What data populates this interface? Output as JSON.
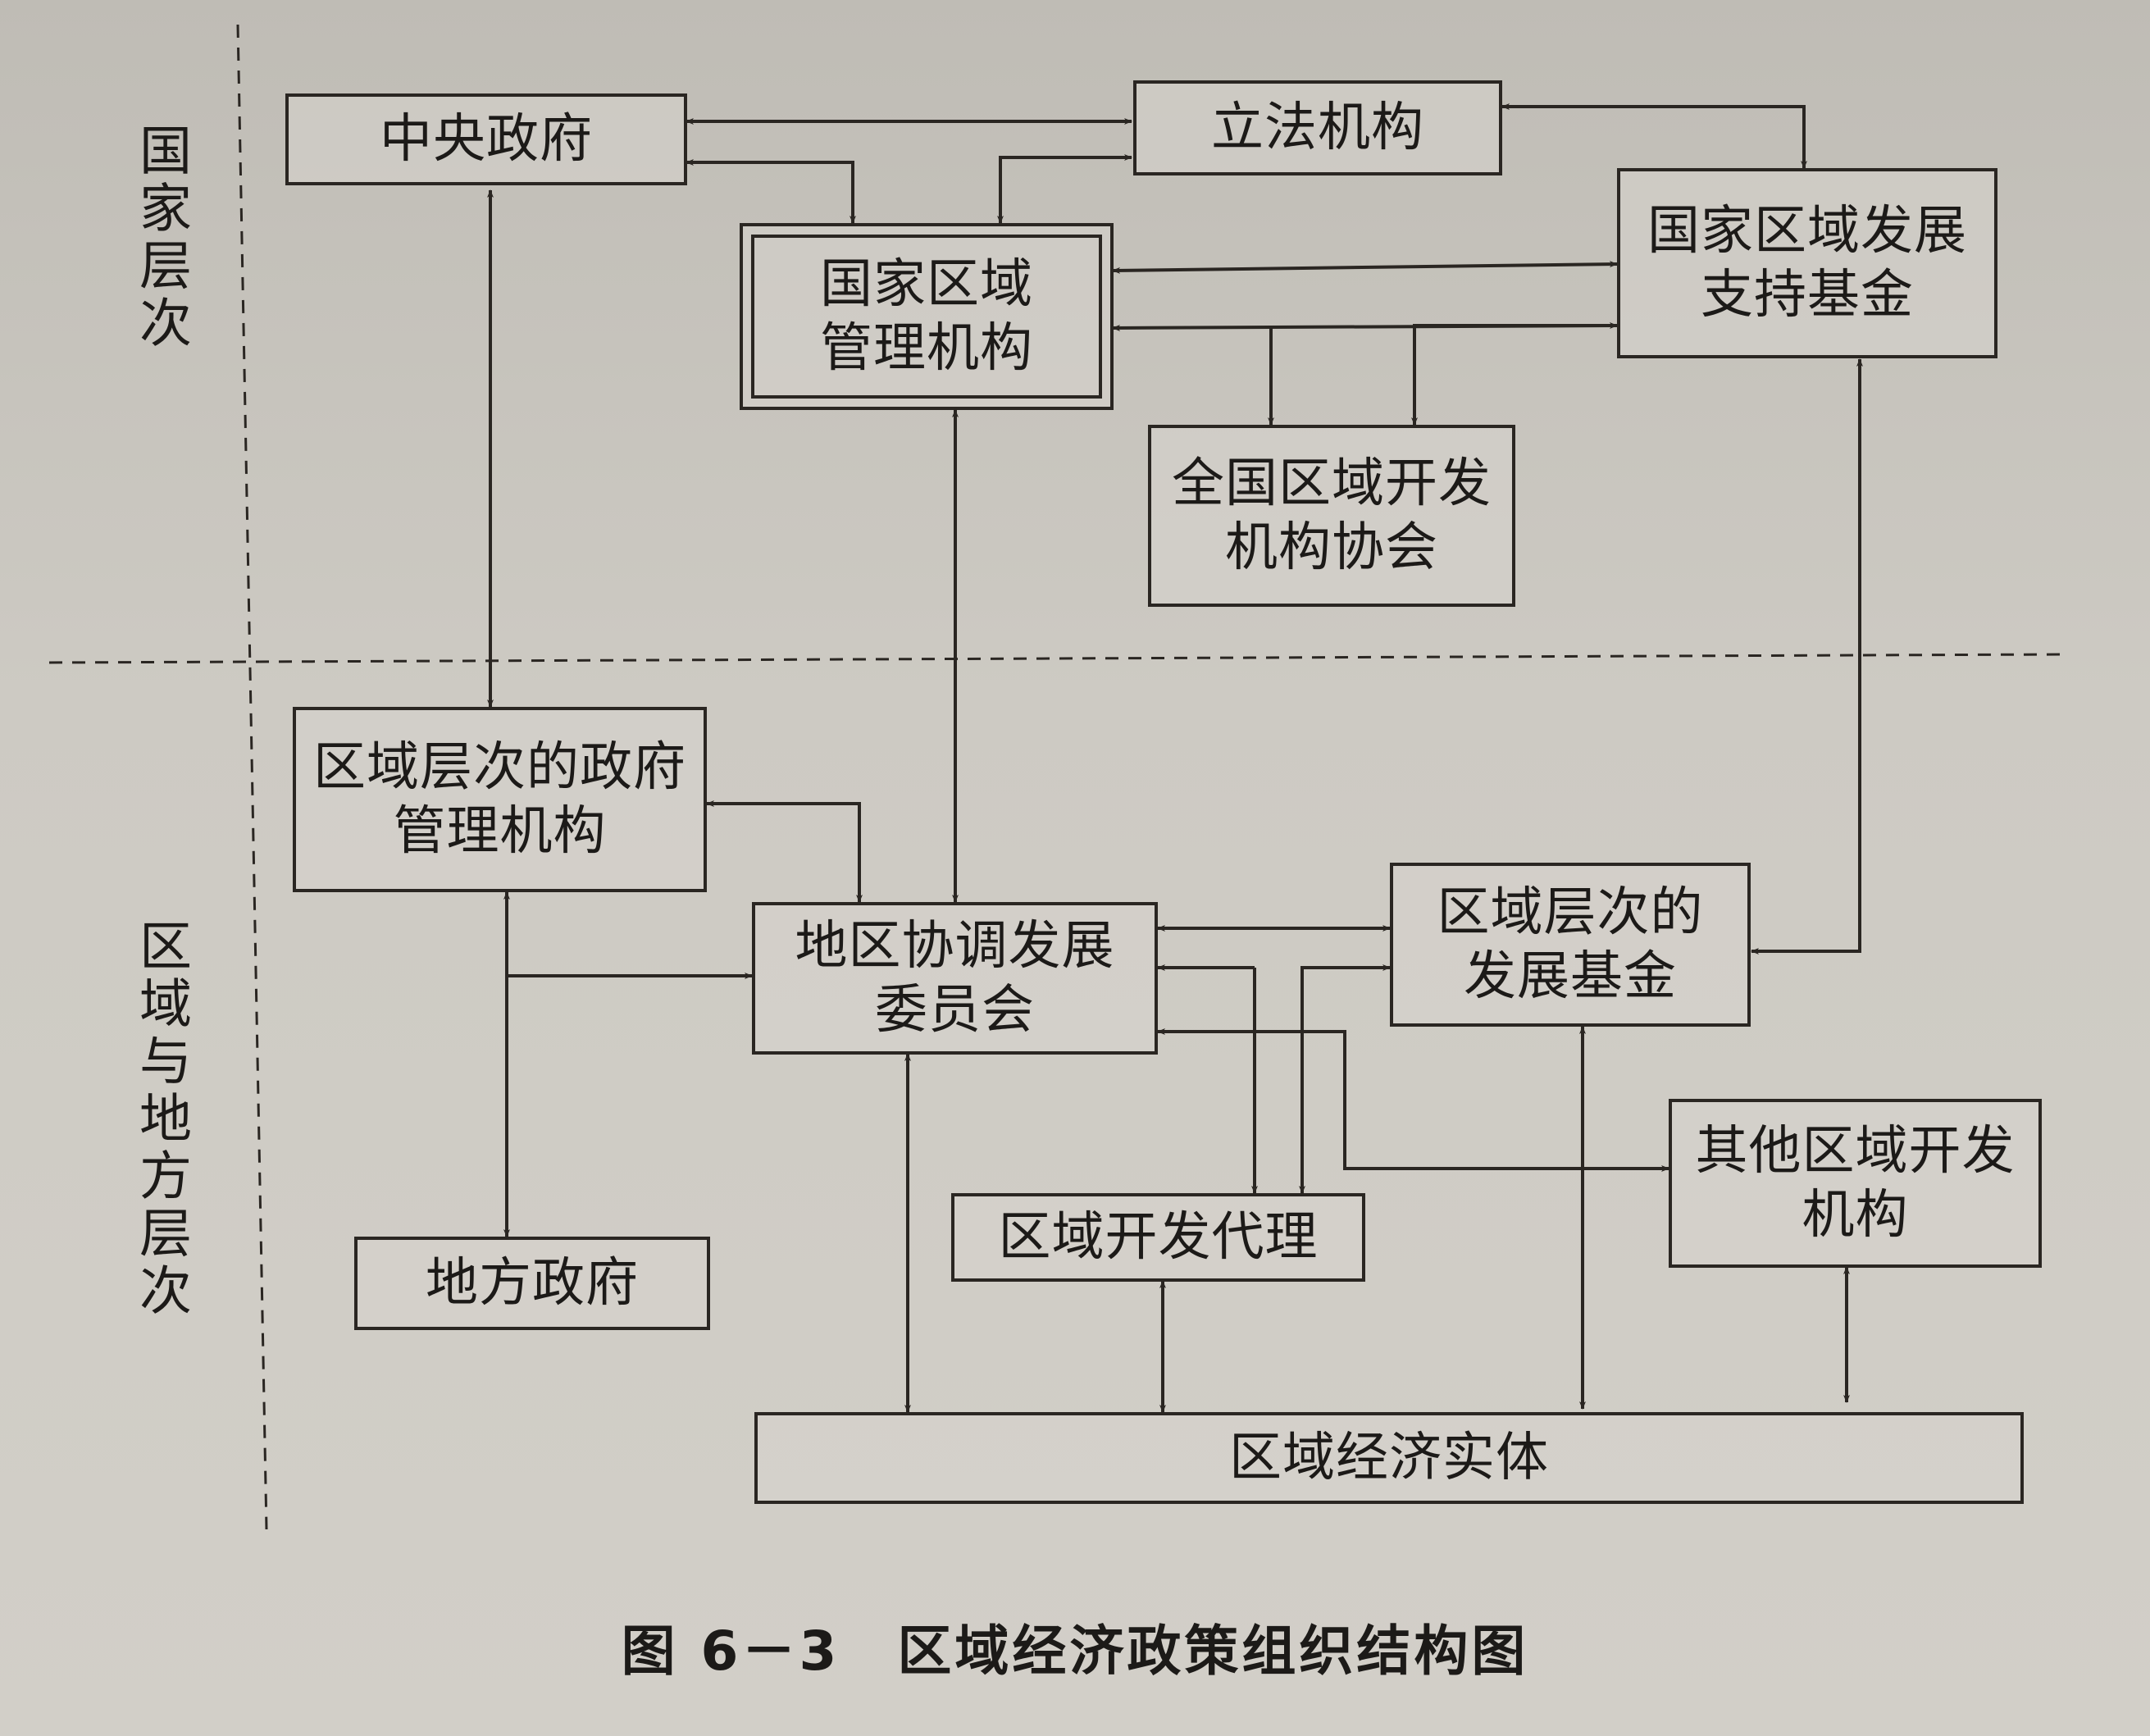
{
  "levels": {
    "national": "国家层次",
    "regional": "区域与地方层次"
  },
  "nodes": {
    "central_gov": "中央政府",
    "legislature": "立法机构",
    "national_regional_mgmt": [
      "国家区域",
      "管理机构"
    ],
    "national_dev_fund": [
      "国家区域发展",
      "支持基金"
    ],
    "national_dev_assoc": [
      "全国区域开发",
      "机构协会"
    ],
    "regional_gov_mgmt": [
      "区域层次的政府",
      "管理机构"
    ],
    "coordination_committee": [
      "地区协调发展",
      "委员会"
    ],
    "regional_dev_fund": [
      "区域层次的",
      "发展基金"
    ],
    "local_gov": "地方政府",
    "dev_agent": "区域开发代理",
    "other_dev_org": [
      "其他区域开发",
      "机构"
    ],
    "economic_entity": "区域经济实体"
  },
  "caption": "图 6－3　区域经济政策组织结构图"
}
